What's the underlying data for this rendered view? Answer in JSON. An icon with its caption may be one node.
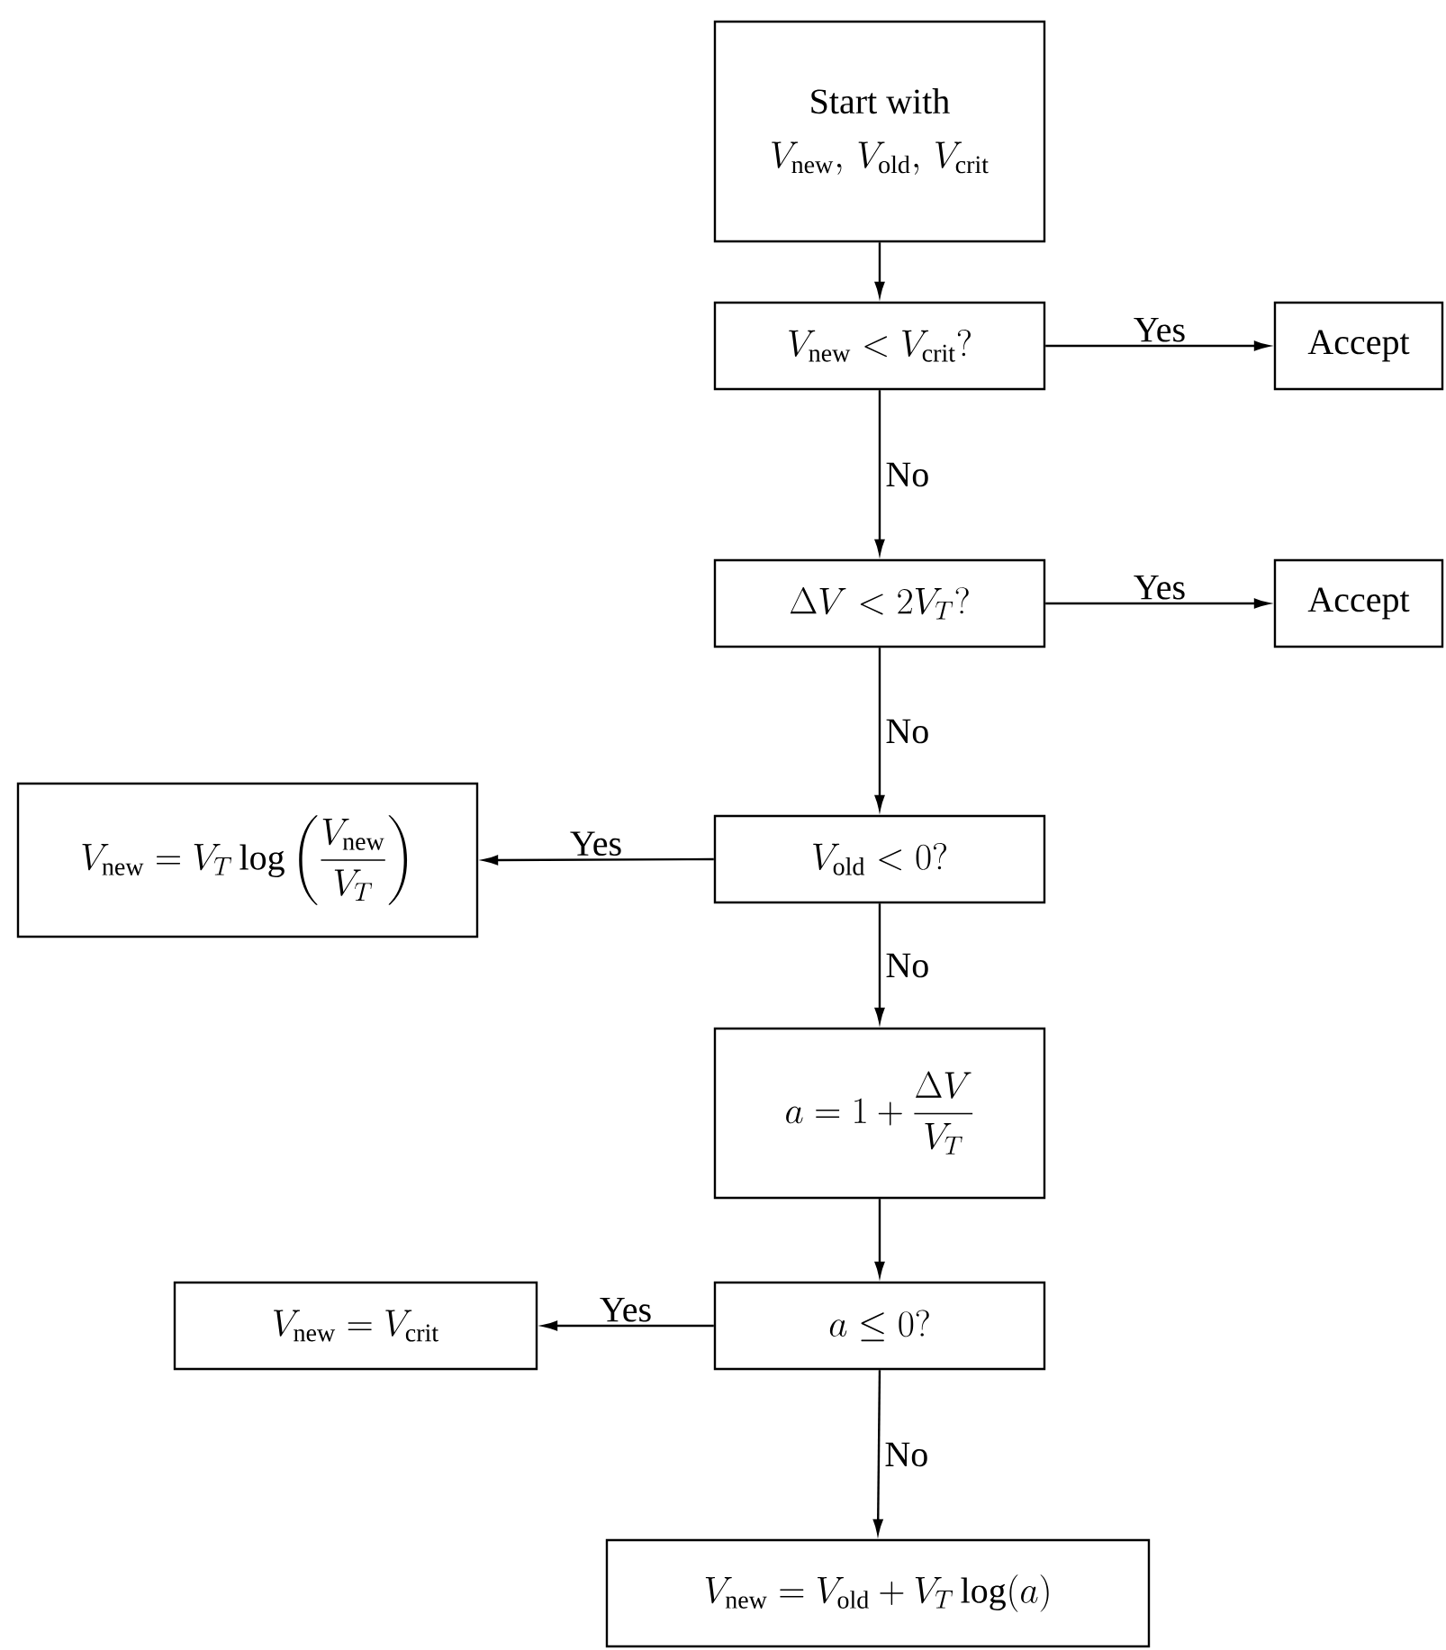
{
  "diagram": {
    "nodes": [
      {
        "text": [
          "Start with",
          "V_\\mathrm{new},\\, V_\\mathrm{old},\\, V_\\mathrm{crit}"
        ]
      },
      {
        "text": [
          "V_\\mathrm{new} < V_\\mathrm{crit}?"
        ]
      },
      {
        "text": [
          "Accept"
        ]
      },
      {
        "text": [
          "\\Delta V < 2V_T?"
        ]
      },
      {
        "text": [
          "Accept"
        ]
      },
      {
        "text": [
          "V_\\mathrm{new} = V_T \\log\\left(\\frac{V_\\mathrm{new}}{V_T}\\right)"
        ]
      },
      {
        "text": [
          "V_\\mathrm{old} < 0?"
        ]
      },
      {
        "text": [
          "a = 1 + \\frac{\\Delta V}{V_T}"
        ]
      },
      {
        "text": [
          "V_\\mathrm{new} = V_\\mathrm{crit}"
        ]
      },
      {
        "text": [
          "a \\leq 0?"
        ]
      },
      {
        "text": [
          "V_\\mathrm{new} = V_\\mathrm{old} + V_T \\log(a)"
        ]
      }
    ],
    "edges": [
      {
        "from": 0,
        "to": 1,
        "arrow": "to"
      },
      {
        "from": 1,
        "to": 2,
        "arrow": "to",
        "label": "Yes"
      },
      {
        "from": 1,
        "to": 3,
        "arrow": "to",
        "label": "No"
      },
      {
        "from": 3,
        "to": 4,
        "arrow": "to",
        "label": "Yes"
      },
      {
        "from": 3,
        "to": 6,
        "arrow": "to",
        "label": "No"
      },
      {
        "from": 6,
        "to": 5,
        "arrow": "to",
        "label": "Yes"
      },
      {
        "from": 6,
        "to": 7,
        "arrow": "to",
        "label": "No"
      },
      {
        "from": 7,
        "to": 9,
        "arrow": "to"
      },
      {
        "from": 9,
        "to": 8,
        "arrow": "to",
        "label": "Yes"
      },
      {
        "from": 9,
        "to": 10,
        "arrow": "to",
        "label": "No"
      }
    ]
  }
}
